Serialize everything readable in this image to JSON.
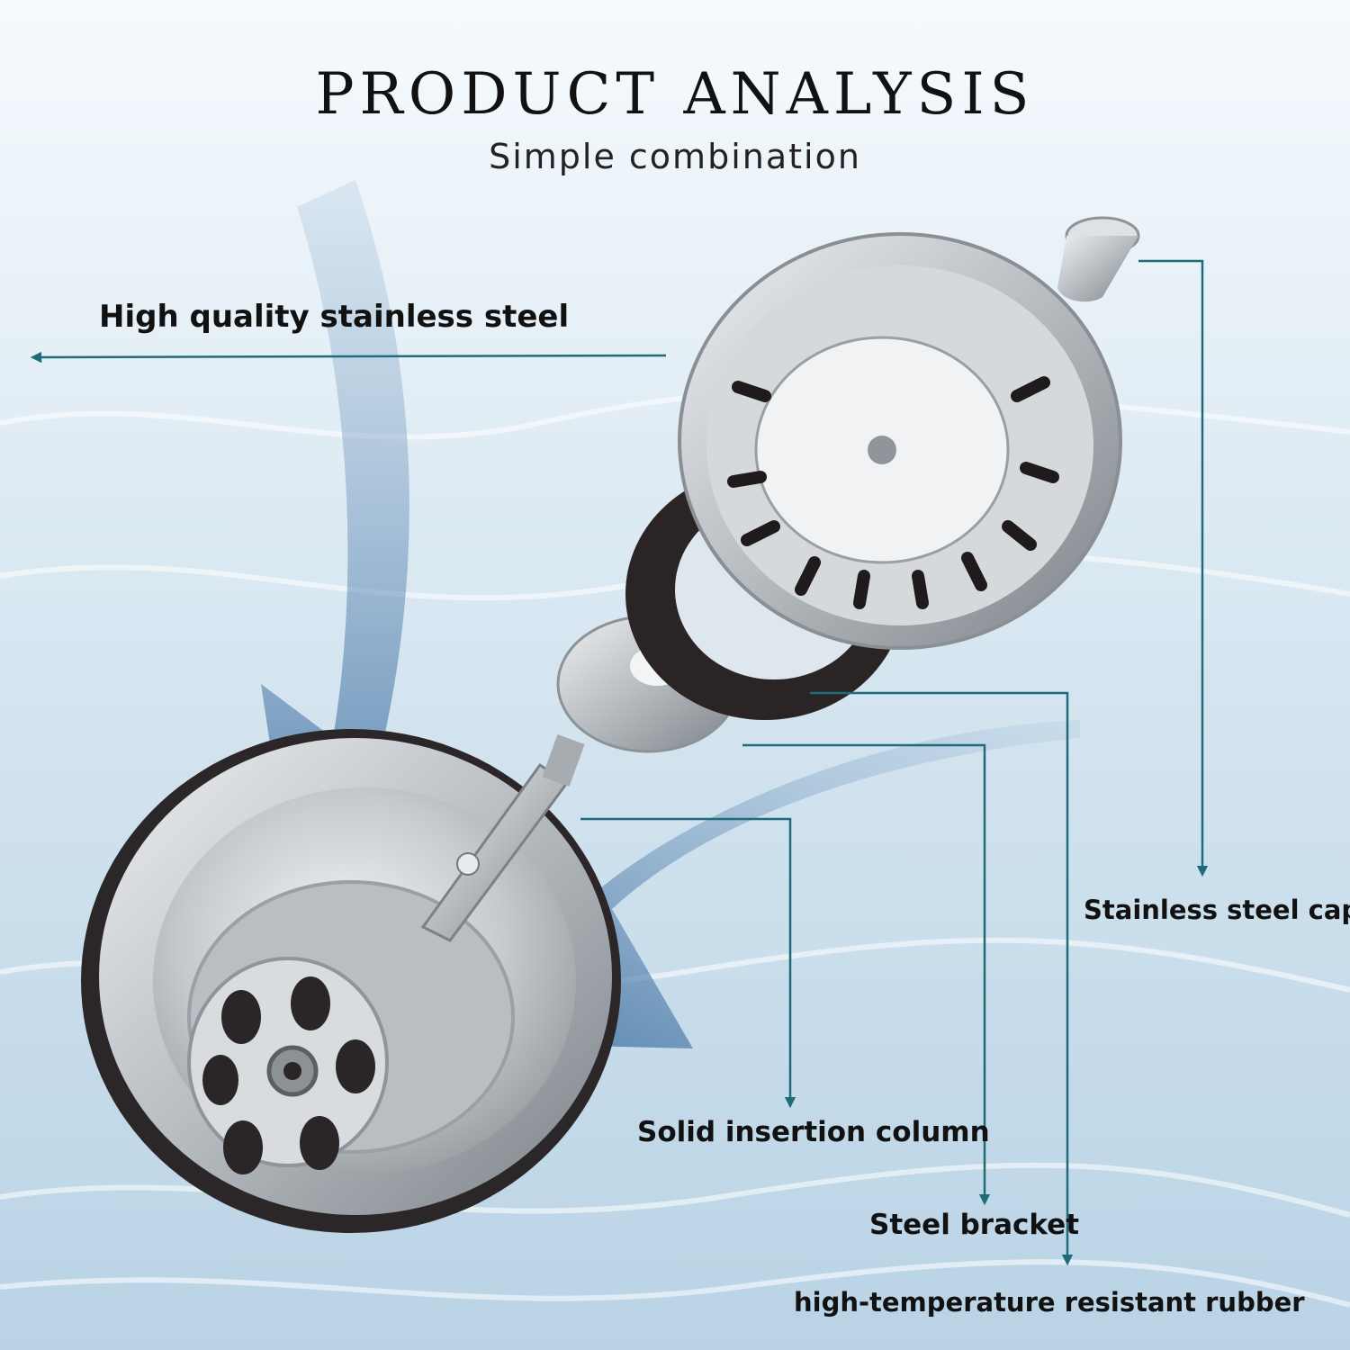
{
  "header": {
    "title": "PRODUCT ANALYSIS",
    "subtitle": "Simple combination"
  },
  "labels": {
    "material": "High quality  stainless steel",
    "cap": "Stainless steel cap",
    "column": "Solid insertion column",
    "bracket": "Steel bracket",
    "rubber": "high-temperature resistant rubber"
  },
  "colors": {
    "background": "#dce9f2",
    "leader_line": "#1f6b7a",
    "arrow_fill": "#4f7fae",
    "steel": "#c8ccd0",
    "rubber": "#2a2425"
  }
}
